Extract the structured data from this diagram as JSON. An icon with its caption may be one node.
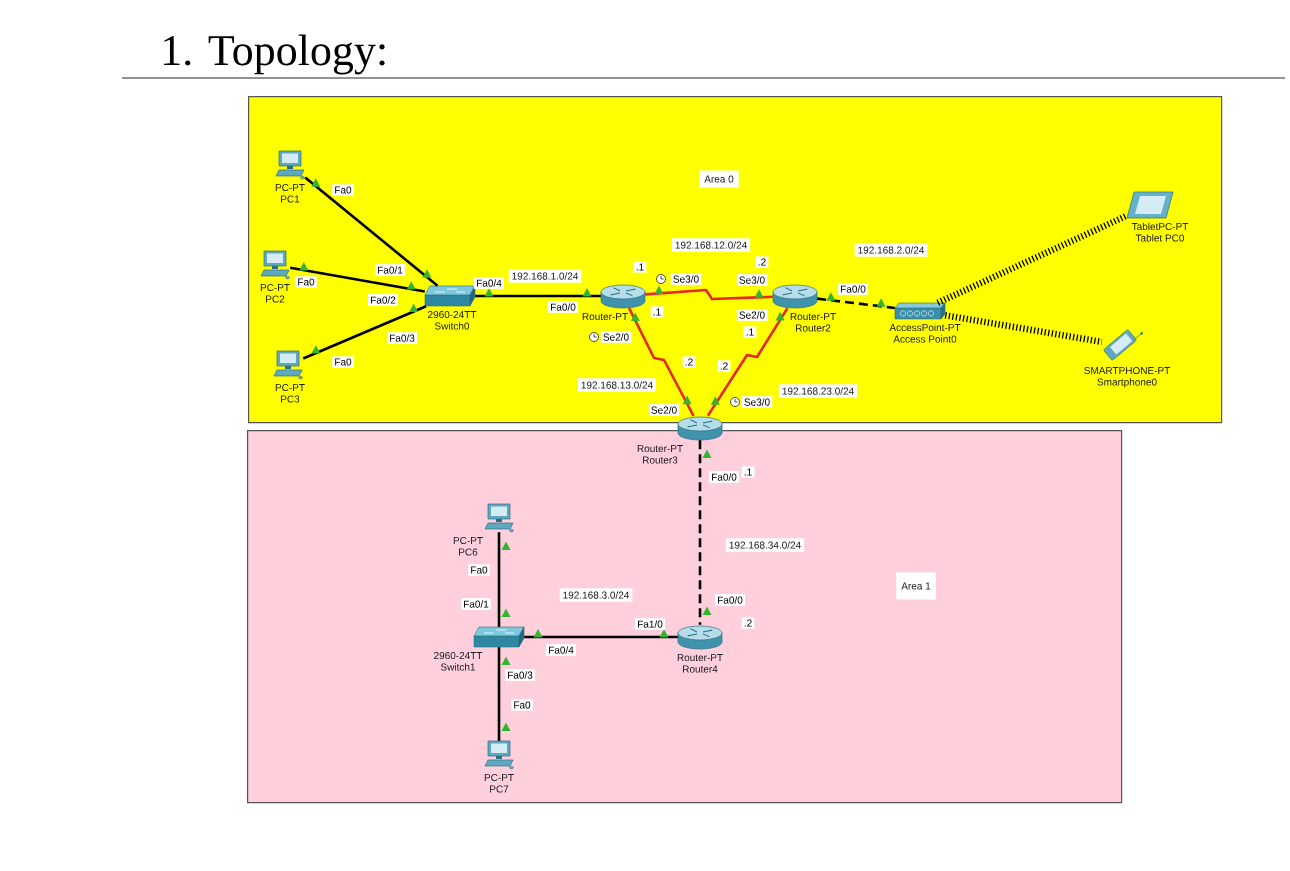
{
  "diagram": {
    "title": "1. Topology:",
    "nodes": [
      {
        "text": [
          "Area 0"
        ]
      },
      {
        "text": [
          "PC-PT",
          "PC1"
        ],
        "in": 0
      },
      {
        "text": [
          "PC-PT",
          "PC2"
        ],
        "in": 0
      },
      {
        "text": [
          "PC-PT",
          "PC3"
        ],
        "in": 0
      },
      {
        "text": [
          "2960-24TT",
          "Switch0"
        ],
        "in": 0
      },
      {
        "text": [
          "Router-PT"
        ],
        "in": 0
      },
      {
        "text": [
          "Router-PT",
          "Router2"
        ],
        "in": 0
      },
      {
        "text": [
          "AccessPoint-PT",
          "Access Point0"
        ],
        "in": 0
      },
      {
        "text": [
          "TabletPC-PT",
          "Tablet PC0"
        ],
        "in": 0
      },
      {
        "text": [
          "SMARTPHONE-PT",
          "Smartphone0"
        ],
        "in": 0
      },
      {
        "text": [
          "Router-PT",
          "Router3"
        ]
      },
      {
        "text": [
          "Area 1"
        ]
      },
      {
        "text": [
          "PC-PT",
          "PC6"
        ],
        "in": 11
      },
      {
        "text": [
          "2960-24TT",
          "Switch1"
        ],
        "in": 11
      },
      {
        "text": [
          "Router-PT",
          "Router4"
        ],
        "in": 11
      },
      {
        "text": [
          "PC-PT",
          "PC7"
        ],
        "in": 11
      }
    ],
    "edges": [
      {
        "from": 1,
        "to": 4,
        "arrow": "none"
      },
      {
        "from": 2,
        "to": 4,
        "arrow": "none"
      },
      {
        "from": 3,
        "to": 4,
        "arrow": "none"
      },
      {
        "from": 4,
        "to": 5,
        "arrow": "none",
        "label": "192.168.1.0/24"
      },
      {
        "from": 5,
        "to": 6,
        "arrow": "none",
        "label": "192.168.12.0/24",
        "color": "#e8281e"
      },
      {
        "from": 6,
        "to": 7,
        "arrow": "none",
        "label": "192.168.2.0/24",
        "style": "dashed"
      },
      {
        "from": 7,
        "to": 8,
        "arrow": "none",
        "style": "dashed"
      },
      {
        "from": 7,
        "to": 9,
        "arrow": "none",
        "style": "dashed"
      },
      {
        "from": 5,
        "to": 10,
        "arrow": "none",
        "label": "192.168.13.0/24",
        "color": "#e8281e"
      },
      {
        "from": 6,
        "to": 10,
        "arrow": "none",
        "label": "192.168.23.0/24",
        "color": "#e8281e"
      },
      {
        "from": 10,
        "to": 14,
        "arrow": "none",
        "label": "192.168.34.0/24",
        "style": "dashed"
      },
      {
        "from": 13,
        "to": 14,
        "arrow": "none",
        "label": "192.168.3.0/24"
      },
      {
        "from": 12,
        "to": 13,
        "arrow": "none"
      },
      {
        "from": 13,
        "to": 15,
        "arrow": "none"
      }
    ],
    "labels": [
      "Fa0",
      ".2",
      ".1",
      "Fa0/1",
      "Se3/0",
      "Se3/0",
      "Fa0",
      "Fa0/4",
      "Fa0/0",
      "Fa0/2",
      "Fa0/0",
      ".1",
      "Se2/0",
      ".1",
      "Se2/0",
      "Fa0/3",
      "Fa0",
      ".2",
      ".2",
      "Se3/0",
      "Se2/0",
      ".1",
      "Fa0/0",
      "Fa0",
      "Fa0/1",
      "Fa0/0",
      ".2",
      "Fa1/0",
      "Fa0/4",
      "Fa0/3",
      "Fa0"
    ]
  }
}
